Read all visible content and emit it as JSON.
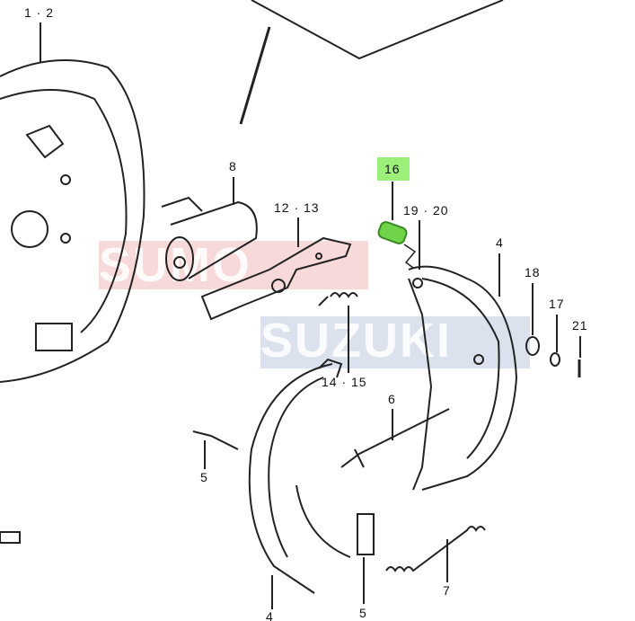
{
  "watermark": {
    "line1": "SUMO",
    "line2": "SUZUKI"
  },
  "highlight_color": "#9cf07a",
  "part_color": "#6fd44a",
  "labels": {
    "l1_2": "1 · 2",
    "l8": "8",
    "l12_13": "12 · 13",
    "l16": "16",
    "l19_20": "19 · 20",
    "l4a": "4",
    "l18": "18",
    "l17": "17",
    "l21": "21",
    "l14_15": "14 · 15",
    "l6": "6",
    "l5a": "5",
    "l7": "7",
    "l5b": "5",
    "l4b": "4"
  }
}
